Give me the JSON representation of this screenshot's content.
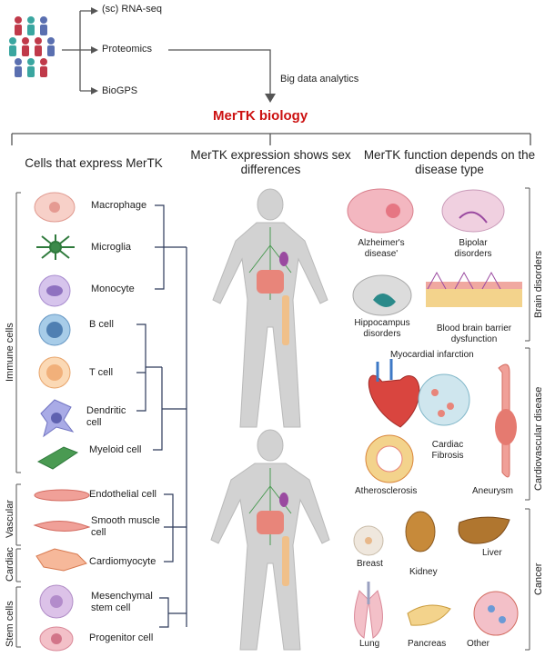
{
  "inputs": {
    "rna_seq": "(sc) RNA-seq",
    "proteomics": "Proteomics",
    "biogps": "BioGPS",
    "analytics": "Big data analytics"
  },
  "title": "MerTK biology",
  "columns": {
    "cells": "Cells that express MerTK",
    "sex": "MerTK expression shows sex differences",
    "function": "MerTK function depends on the disease type"
  },
  "cell_groups": {
    "immune": "Immune cells",
    "vascular": "Vascular",
    "cardiac": "Cardiac",
    "stem": "Stem cells"
  },
  "cells": [
    {
      "label": "Macrophage",
      "color": "#f2b8b0"
    },
    {
      "label": "Microglia",
      "color": "#3c8a4a"
    },
    {
      "label": "Monocyte",
      "color": "#b9a2d8"
    },
    {
      "label": "B cell",
      "color": "#7fb0d6"
    },
    {
      "label": "T cell",
      "color": "#f6c08e"
    },
    {
      "label": "Dendritic cell",
      "color": "#8c8fd4"
    },
    {
      "label": "Myeloid cell",
      "color": "#4a9a52"
    },
    {
      "label": "Endothelial cell",
      "color": "#e8857a"
    },
    {
      "label": "Smooth muscle cell",
      "color": "#e8857a"
    },
    {
      "label": "Cardiomyocyte",
      "color": "#e8857a"
    },
    {
      "label": "Mesenchymal stem cell",
      "color": "#c7a3d6"
    },
    {
      "label": "Progenitor cell",
      "color": "#e79aa8"
    }
  ],
  "disease_groups": {
    "brain": "Brain disorders",
    "cardio": "Cardiovascular disease",
    "cancer": "Cancer"
  },
  "brain": [
    "Alzheimer's disease'",
    "Bipolar disorders",
    "Hippocampus disorders",
    "Blood brain barrier dysfunction"
  ],
  "cardio": [
    "Myocardial infarction",
    "Cardiac Fibrosis",
    "Atherosclerosis",
    "Aneurysm"
  ],
  "cancer": [
    "Breast",
    "Kidney",
    "Liver",
    "Lung",
    "Pancreas",
    "Other"
  ],
  "colors": {
    "accent": "#cc1111",
    "line": "#555555",
    "people_red": "#c03a4a",
    "people_teal": "#3aa6a0",
    "people_blue": "#5a6fb0"
  }
}
